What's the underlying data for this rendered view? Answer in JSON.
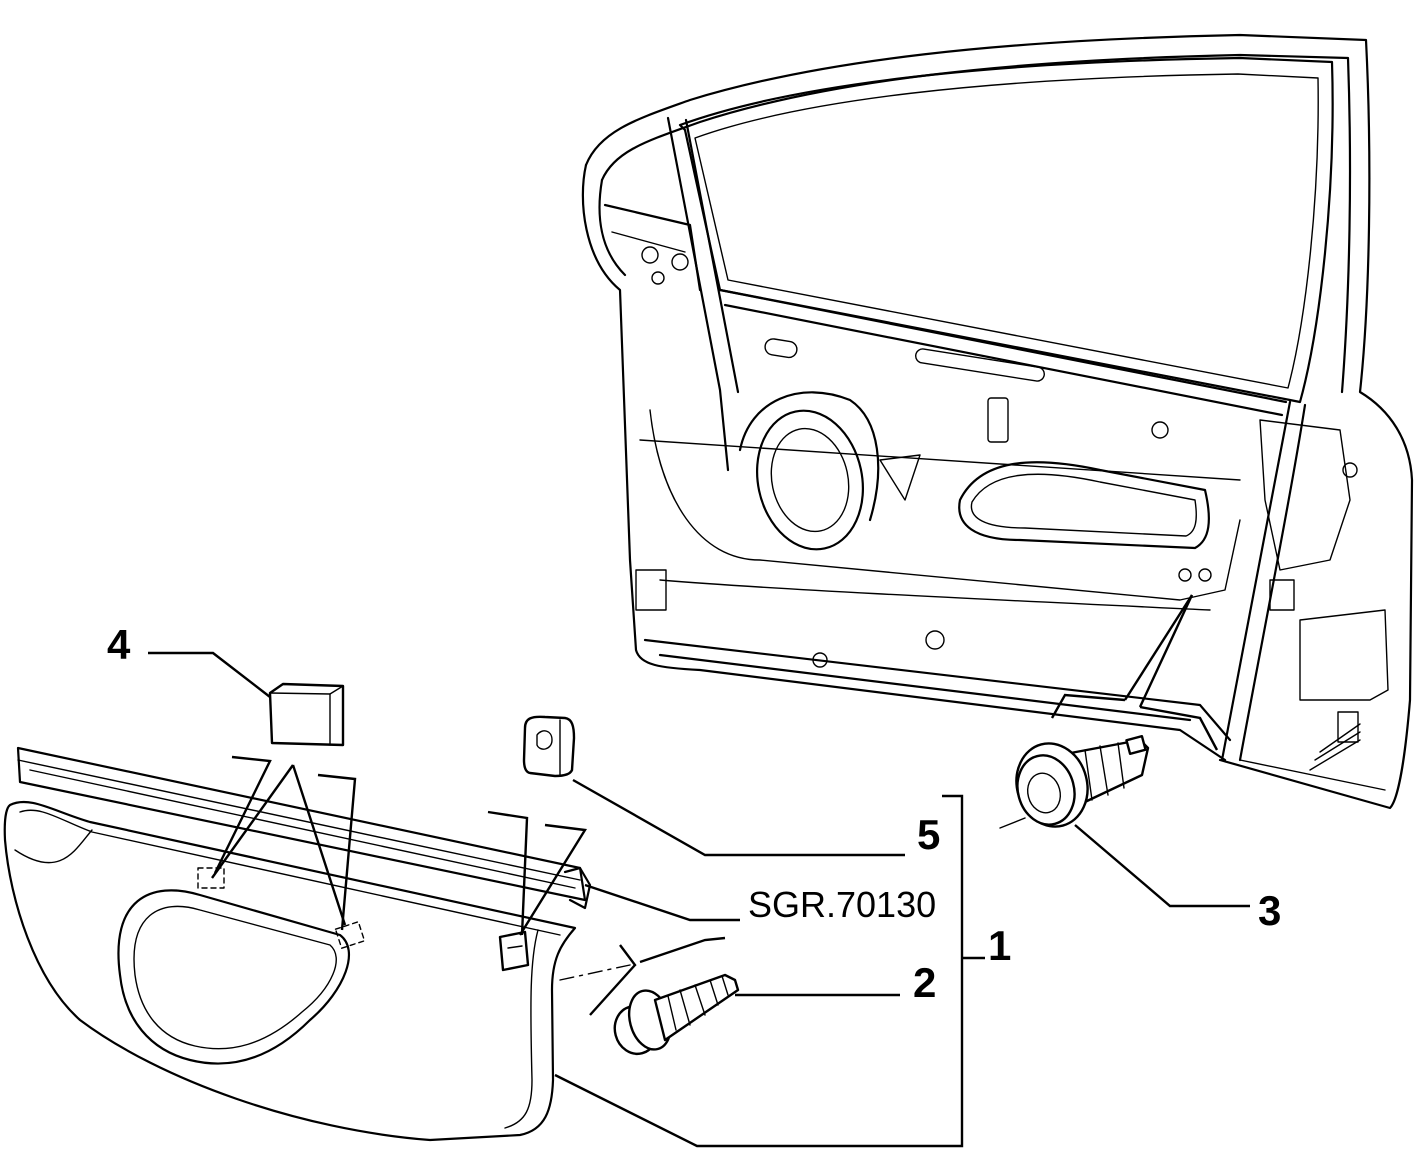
{
  "labels": {
    "p1": "1",
    "p2": "2",
    "p3": "3",
    "p4": "4",
    "p5": "5"
  },
  "reference": "SGR.70130",
  "colors": {
    "line": "#000000",
    "background": "#ffffff"
  }
}
